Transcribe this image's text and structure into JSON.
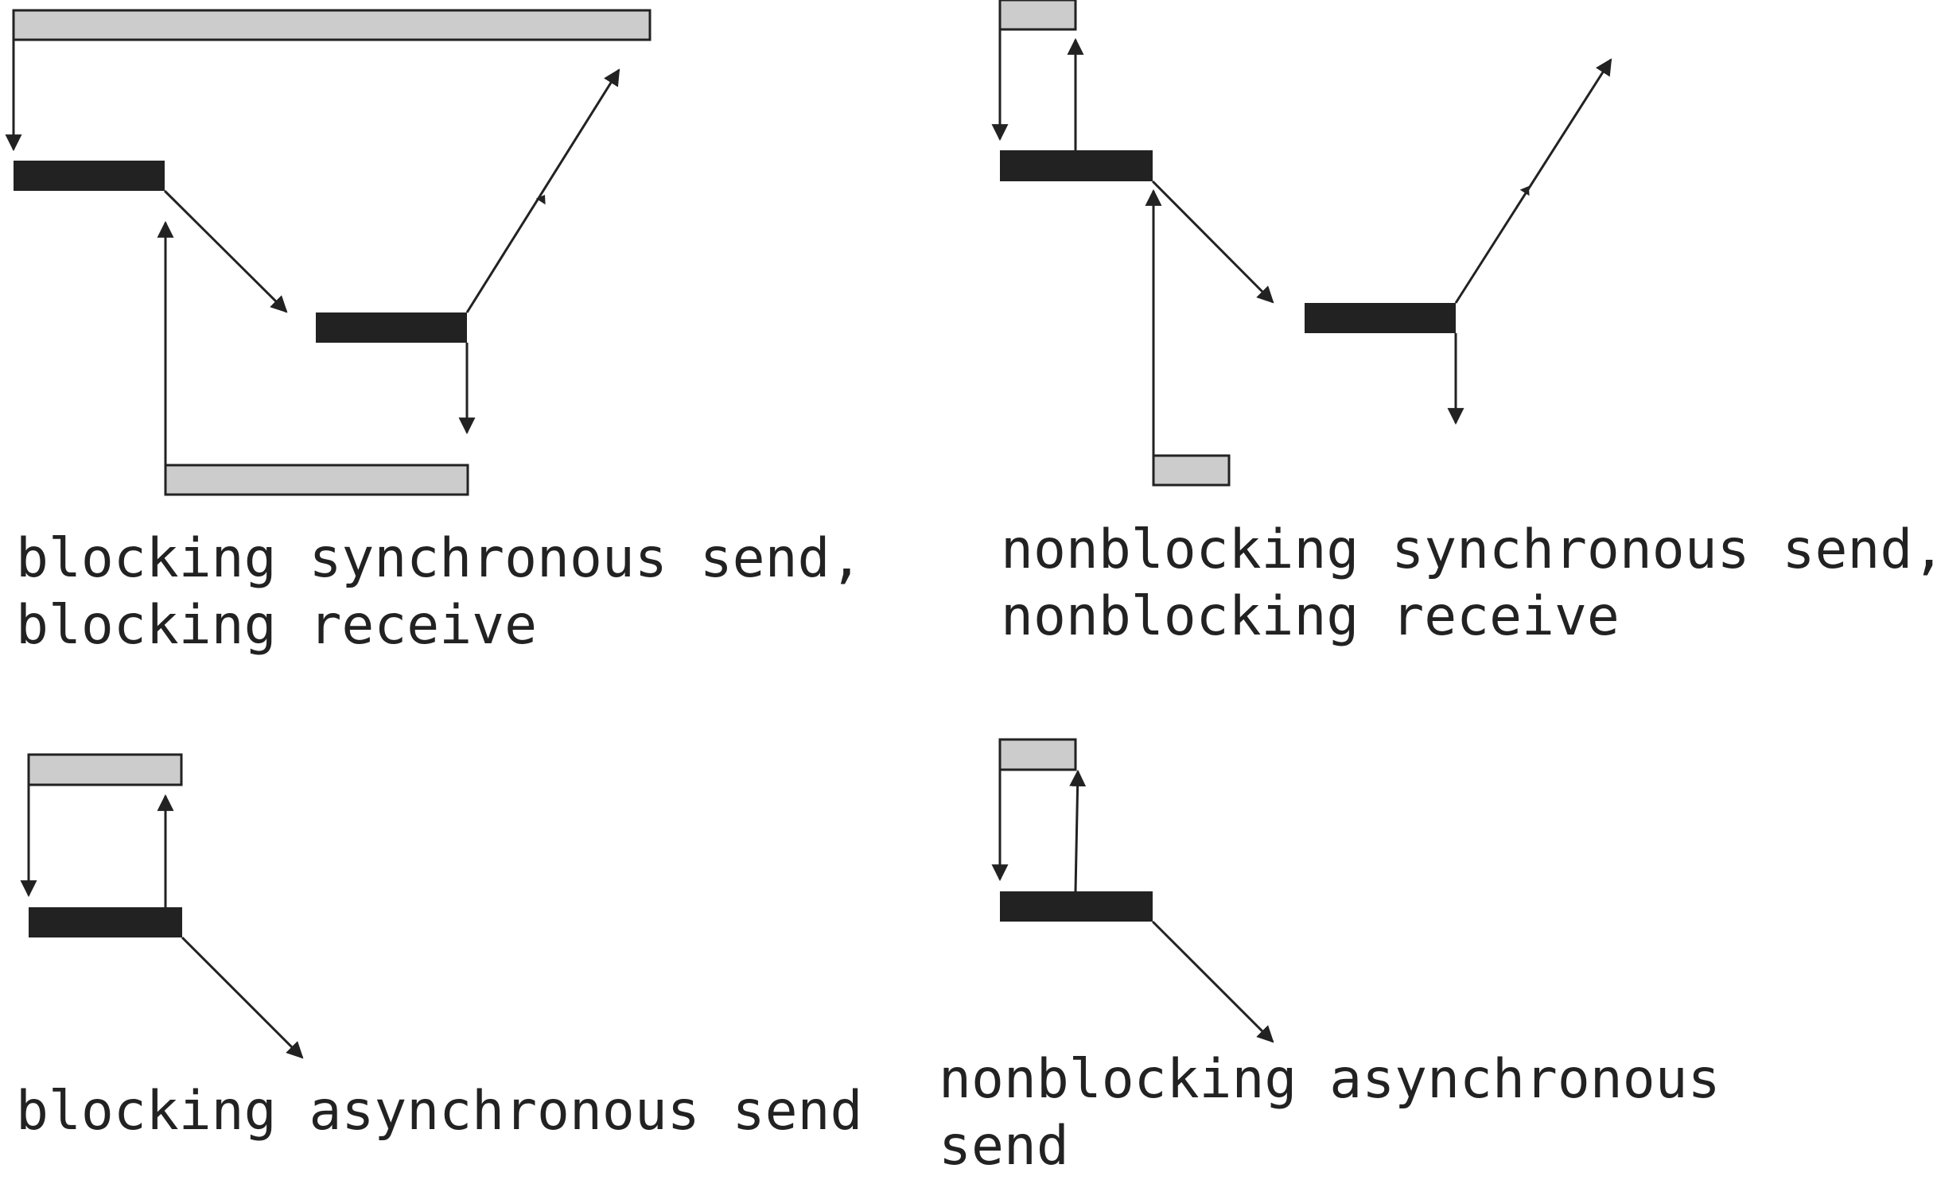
{
  "colors": {
    "buffer": "#cccccc",
    "active": "#222222",
    "stroke": "#222222",
    "background": "#ffffff"
  },
  "panels": {
    "blocking_sync": {
      "line1": "blocking synchronous send,",
      "line2": "blocking receive"
    },
    "nonblocking_sync": {
      "line1": "nonblocking synchronous send,",
      "line2": "nonblocking receive"
    },
    "blocking_async": {
      "line1": "blocking asynchronous send"
    },
    "nonblocking_async": {
      "line1": "nonblocking asynchronous",
      "line2": "send"
    }
  }
}
